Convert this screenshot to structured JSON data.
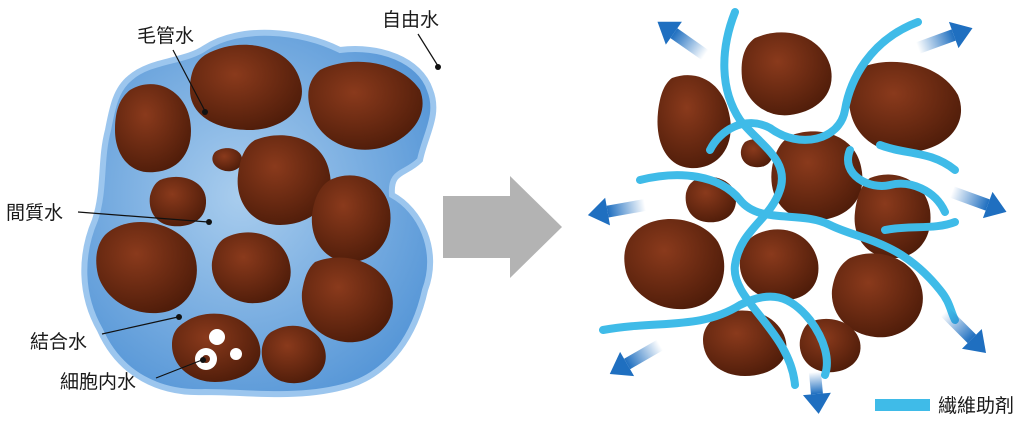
{
  "labels": {
    "free_water": "自由水",
    "capillary_water": "毛管水",
    "interstitial_water": "間質水",
    "bound_water": "結合水",
    "intracellular_water": "細胞内水"
  },
  "legend": {
    "label": "繊維助剤",
    "color": "#3fbbe8"
  },
  "colors": {
    "particle": "#6b2a12",
    "water_outline": "#3f86c8",
    "water_fill": "#a9cdee",
    "arrow_gray": "#b3b3b3",
    "arrow_blue": "#1f6fc0"
  }
}
